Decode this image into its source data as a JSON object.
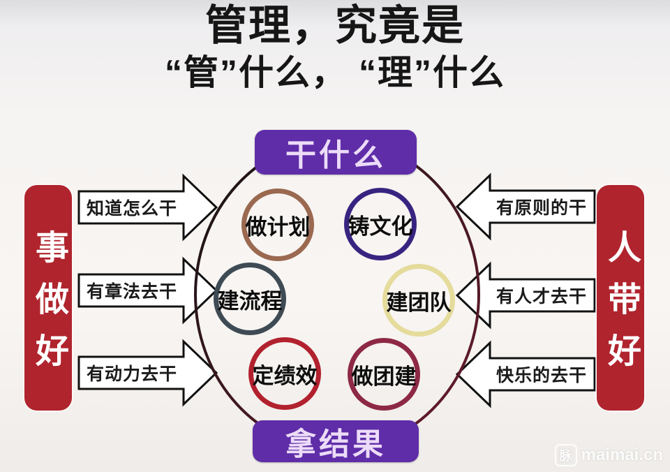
{
  "title": {
    "line1": "管理，究竟是",
    "line2": "“管”什么， “理”什么"
  },
  "top_box": {
    "label": "干什么"
  },
  "bottom_box": {
    "label": "拿结果"
  },
  "left_box": {
    "label": "事做好"
  },
  "right_box": {
    "label": "人带好"
  },
  "left_arrows": [
    {
      "label": "知道怎么干"
    },
    {
      "label": "有章法去干"
    },
    {
      "label": "有动力去干"
    }
  ],
  "right_arrows": [
    {
      "label": "有原则的干"
    },
    {
      "label": "有人才去干"
    },
    {
      "label": "快乐的去干"
    }
  ],
  "circles": [
    {
      "label": "做计划",
      "color": "#9a6950"
    },
    {
      "label": "铸文化",
      "color": "#382480"
    },
    {
      "label": "建流程",
      "color": "#3e4b55"
    },
    {
      "label": "建团队",
      "color": "#e5db9b"
    },
    {
      "label": "定绩效",
      "color": "#b2212e"
    },
    {
      "label": "做团建",
      "color": "#8d2845"
    }
  ],
  "colors": {
    "pill_purple": "#5f2da8",
    "bar_red": "#b0242e",
    "arrow_outline": "#111111",
    "ellipse_start": "#141414",
    "ellipse_end": "#6a1b2e"
  },
  "watermark": {
    "badge": "脉",
    "text": "maimai.cn"
  }
}
